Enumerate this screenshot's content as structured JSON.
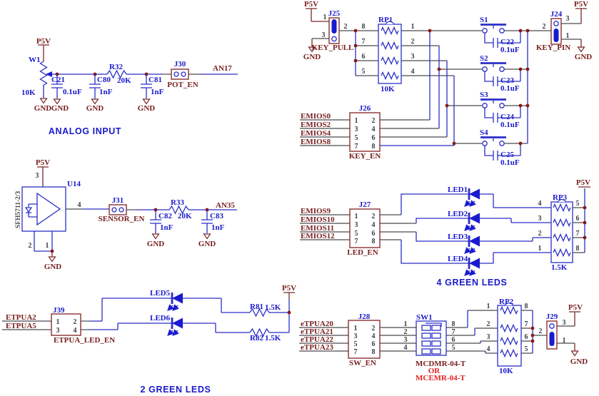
{
  "pins": [
    "1",
    "2",
    "3",
    "4",
    "5",
    "6",
    "7",
    "8"
  ],
  "power": {
    "p5v": "P5V",
    "gnd": "GND"
  },
  "analog": {
    "title": "ANALOG INPUT",
    "w1": "W1",
    "w1_val": "10K",
    "c21": "C21",
    "c21_val": "0.1uF",
    "c80": "C80",
    "c80_val": "1nF",
    "r32": "R32",
    "r32_val": "20K",
    "c81": "C81",
    "c81_val": "1nF",
    "j30": "J30",
    "j30_net": "POT_EN",
    "out": "AN17"
  },
  "key": {
    "j25": "J25",
    "j25_net": "KEY_PULL",
    "rp1": "RP1",
    "rp1_val": "10K",
    "s": [
      "S1",
      "S2",
      "S3",
      "S4"
    ],
    "caps": [
      "C22",
      "C23",
      "C24",
      "C25"
    ],
    "cap_val": "0.1uF",
    "j24": "J24",
    "j24_net": "KEY_PIN",
    "j26": "J26",
    "j26_net": "KEY_EN",
    "nets": [
      "EMIOS0",
      "EMIOS2",
      "EMIOS4",
      "EMIOS8"
    ]
  },
  "sensor": {
    "u14": "U14",
    "part": "SFH5711-2/3",
    "j31": "J31",
    "j31_net": "SENSOR_EN",
    "c82": "C82",
    "c82_val": "1nF",
    "r33": "R33",
    "r33_val": "20K",
    "c83": "C83",
    "c83_val": "1nF",
    "out": "AN35"
  },
  "leds4": {
    "title": "4 GREEN LEDS",
    "j27": "J27",
    "j27_net": "LED_EN",
    "nets": [
      "EMIOS9",
      "EMIOS10",
      "EMIOS11",
      "EMIOS12"
    ],
    "leds": [
      "LED1",
      "LED2",
      "LED3",
      "LED4"
    ],
    "rp3": "RP3",
    "rp3_val": "1.5K"
  },
  "leds2": {
    "title": "2 GREEN LEDS",
    "j39": "J39",
    "j39_net": "ETPUA_LED_EN",
    "nets": [
      "ETPUA2",
      "ETPUA5"
    ],
    "leds": [
      "LED5",
      "LED6"
    ],
    "r81": "R81",
    "r82": "R82",
    "r_val": "1.5K"
  },
  "sw": {
    "j28": "J28",
    "j28_net": "SW_EN",
    "nets": [
      "eTPUA20",
      "eTPUA21",
      "eTPUA22",
      "eTPUA23"
    ],
    "sw1": "SW1",
    "part_a": "MCDMR-04-T",
    "or_word": "OR",
    "part_b": "MCEMR-04-T",
    "rp2": "RP2",
    "rp2_val": "10K",
    "j29": "J29"
  }
}
